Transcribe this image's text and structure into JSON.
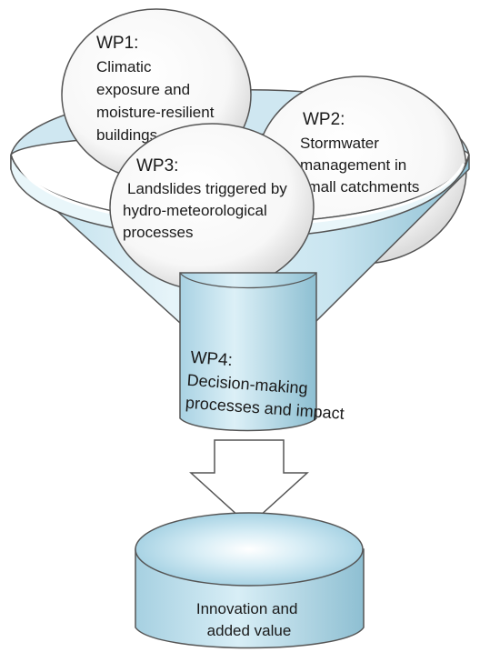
{
  "colors": {
    "funnel_light": "#dff0f7",
    "funnel_mid": "#b9dcea",
    "funnel_dark": "#86b8cc",
    "outline": "#555555",
    "ball_fill": "#ffffff",
    "arrow_fill": "#ffffff"
  },
  "wp1": {
    "title": "WP1:",
    "lines": [
      "Climatic",
      "exposure and",
      "moisture-resilient",
      "buildings"
    ]
  },
  "wp2": {
    "title": "WP2:",
    "lines": [
      "Stormwater",
      "management in",
      "small catchments"
    ]
  },
  "wp3": {
    "title": "WP3:",
    "lines": [
      "Landslides triggered by",
      "hydro-meteorological",
      "processes"
    ]
  },
  "wp4": {
    "title": "WP4:",
    "lines": [
      "Decision-making",
      "processes and impact"
    ]
  },
  "result": {
    "lines": [
      "Innovation and",
      "added value"
    ]
  }
}
